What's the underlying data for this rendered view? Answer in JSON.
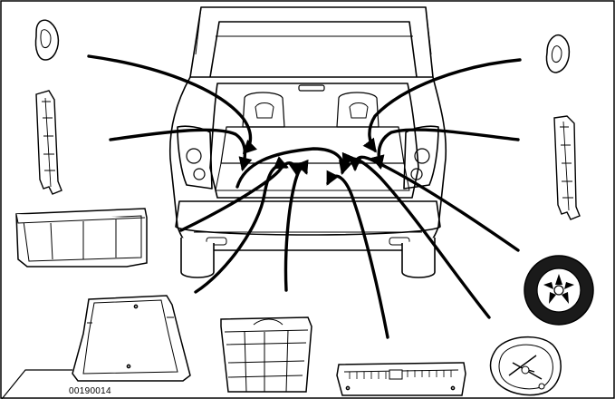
{
  "figure": {
    "id_label": "00190014"
  },
  "colors": {
    "line": "#000000",
    "tire": "#1a1a1a",
    "panel": "#ffffff"
  },
  "parts": [
    {
      "name": "left-rear-quarter-trim-cover",
      "icon": "small-trim-cover-icon"
    },
    {
      "name": "right-rear-quarter-trim-cover",
      "icon": "small-trim-cover-icon"
    },
    {
      "name": "left-rear-pillar-trim-panel",
      "icon": "pillar-trim-icon"
    },
    {
      "name": "right-rear-pillar-trim-panel",
      "icon": "pillar-trim-icon"
    },
    {
      "name": "package-tray-cover",
      "icon": "package-tray-icon"
    },
    {
      "name": "load-floor-panel",
      "icon": "floor-panel-icon"
    },
    {
      "name": "storage-organizer-bin",
      "icon": "organizer-bin-icon"
    },
    {
      "name": "rear-sill-scuff-plate",
      "icon": "scuff-plate-icon"
    },
    {
      "name": "spare-wheel-jack-kit",
      "icon": "jack-kit-icon"
    },
    {
      "name": "spare-tire",
      "icon": "tire-icon"
    }
  ]
}
